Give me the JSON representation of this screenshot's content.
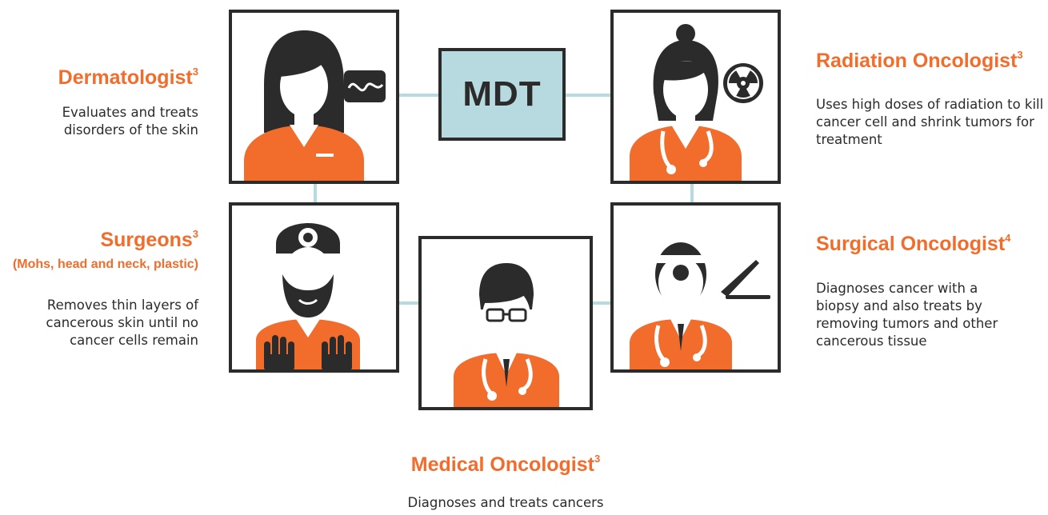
{
  "center_label": "MDT",
  "colors": {
    "accent": "#f26c2b",
    "dark": "#2b2b2b",
    "connector": "#b6dadf"
  },
  "roles": {
    "dermatologist": {
      "title": "Dermatologist",
      "ref": "3",
      "description": "Evaluates and treats disorders of the skin",
      "icon": "dermatologist-icon"
    },
    "radiation_oncologist": {
      "title": "Radiation Oncologist",
      "ref": "3",
      "description": "Uses high doses of radiation to kill cancer cell and shrink tumors for treatment",
      "icon": "radiation-oncologist-icon"
    },
    "surgeons": {
      "title": "Surgeons",
      "ref": "3",
      "subtitle": "(Mohs, head and neck, plastic)",
      "description": "Removes thin layers of cancerous skin until no cancer cells remain",
      "icon": "surgeon-icon"
    },
    "medical_oncologist": {
      "title": "Medical Oncologist",
      "ref": "3",
      "description": "Diagnoses and treats cancers",
      "icon": "medical-oncologist-icon"
    },
    "surgical_oncologist": {
      "title": "Surgical Oncologist",
      "ref": "4",
      "description": "Diagnoses cancer with a biopsy and also treats by removing tumors and other cancerous tissue",
      "icon": "surgical-oncologist-icon"
    }
  }
}
